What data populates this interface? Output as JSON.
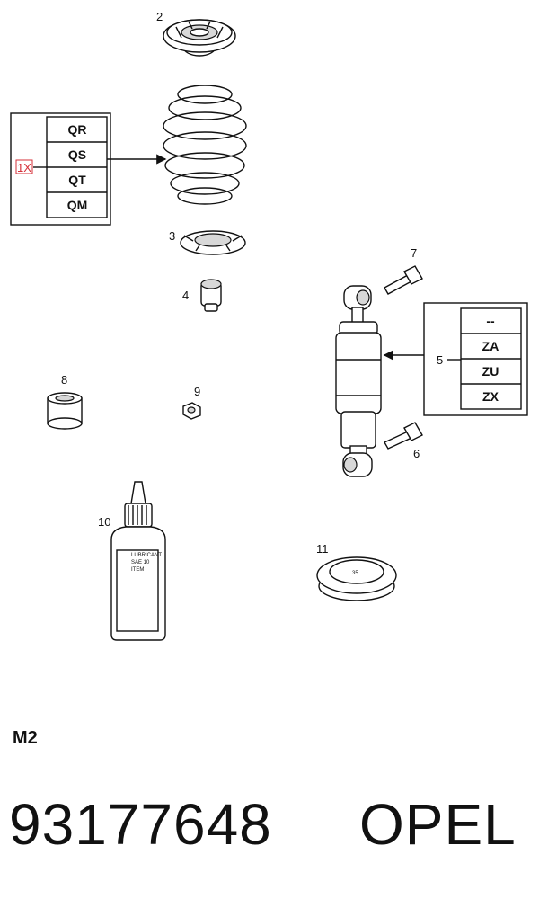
{
  "diagram": {
    "parts": [
      {
        "label": "2"
      },
      {
        "label": "3"
      },
      {
        "label": "4"
      },
      {
        "label": "5"
      },
      {
        "label": "6"
      },
      {
        "label": "7"
      },
      {
        "label": "8"
      },
      {
        "label": "9"
      },
      {
        "label": "10"
      },
      {
        "label": "11"
      }
    ],
    "spring_table": {
      "selector": "1X",
      "codes": [
        "QR",
        "QS",
        "QT",
        "QM"
      ]
    },
    "shock_table": {
      "codes": [
        "--",
        "ZA",
        "ZU",
        "ZX"
      ]
    },
    "bottle_label": [
      "LUBRICANT",
      "SAE 10",
      "ITEM"
    ],
    "cap_label": "35",
    "highlight_color": "#d6303a"
  },
  "footer": {
    "variant_code": "M2",
    "part_number": "93177648",
    "brand": "OPEL"
  }
}
